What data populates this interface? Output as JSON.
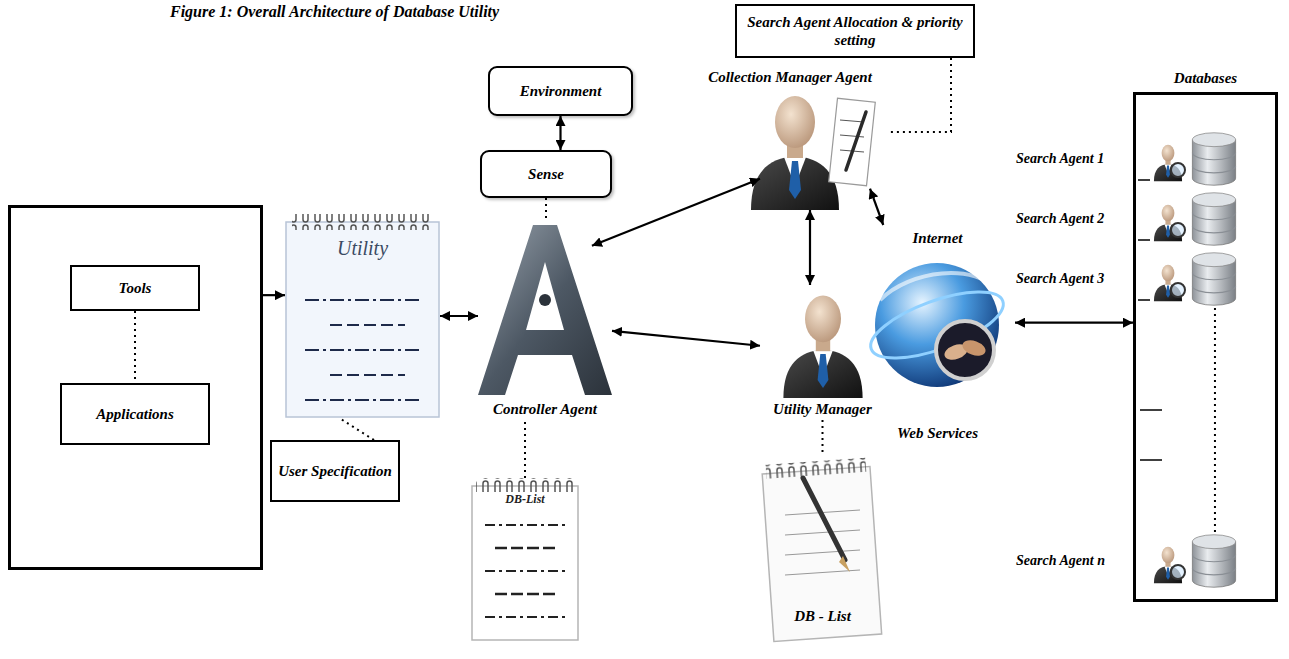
{
  "diagram": {
    "title": "Figure 1: Overall Architecture of Database Utility",
    "nodes": [
      {
        "text": []
      },
      {
        "text": [
          "Tools"
        ],
        "in": 0
      },
      {
        "text": [
          "Applications"
        ],
        "in": 0
      },
      {
        "text": [
          "Environment"
        ]
      },
      {
        "text": [
          "Sense"
        ]
      },
      {
        "text": [
          "Search Agent Allocation & priority setting"
        ]
      },
      {
        "text": [
          "Collection Manager Agent"
        ]
      },
      {
        "text": [
          "Utility"
        ]
      },
      {
        "text": [
          "Controller Agent"
        ]
      },
      {
        "text": [
          "Utility Manager"
        ]
      },
      {
        "text": [
          "Internet",
          "Web Services"
        ]
      },
      {
        "text": [
          "Databases"
        ]
      },
      {
        "text": [
          "Search Agent 1"
        ],
        "in": 11
      },
      {
        "text": [
          "Search Agent 2"
        ],
        "in": 11
      },
      {
        "text": [
          "Search Agent 3"
        ],
        "in": 11
      },
      {
        "text": [
          "Search Agent n"
        ],
        "in": 11
      },
      {
        "text": [
          "User Specification"
        ]
      },
      {
        "text": [
          "DB-List"
        ]
      },
      {
        "text": [
          "DB - List"
        ]
      }
    ],
    "edges": [
      {
        "from": 1,
        "to": 2,
        "arrow": "none"
      },
      {
        "from": 0,
        "to": 7,
        "arrow": "to"
      },
      {
        "from": 7,
        "to": 8,
        "arrow": "both"
      },
      {
        "from": 3,
        "to": 4,
        "arrow": "both"
      },
      {
        "from": 4,
        "to": 8,
        "arrow": "none"
      },
      {
        "from": 8,
        "to": 6,
        "arrow": "both"
      },
      {
        "from": 8,
        "to": 9,
        "arrow": "both"
      },
      {
        "from": 6,
        "to": 9,
        "arrow": "both"
      },
      {
        "from": 6,
        "to": 10,
        "arrow": "both"
      },
      {
        "from": 10,
        "to": 11,
        "arrow": "both"
      },
      {
        "from": 5,
        "to": 6,
        "arrow": "none"
      },
      {
        "from": 16,
        "to": 7,
        "arrow": "none"
      },
      {
        "from": 17,
        "to": 8,
        "arrow": "none"
      },
      {
        "from": 9,
        "to": 18,
        "arrow": "none"
      },
      {
        "from": 14,
        "to": 15,
        "arrow": "none"
      }
    ]
  }
}
